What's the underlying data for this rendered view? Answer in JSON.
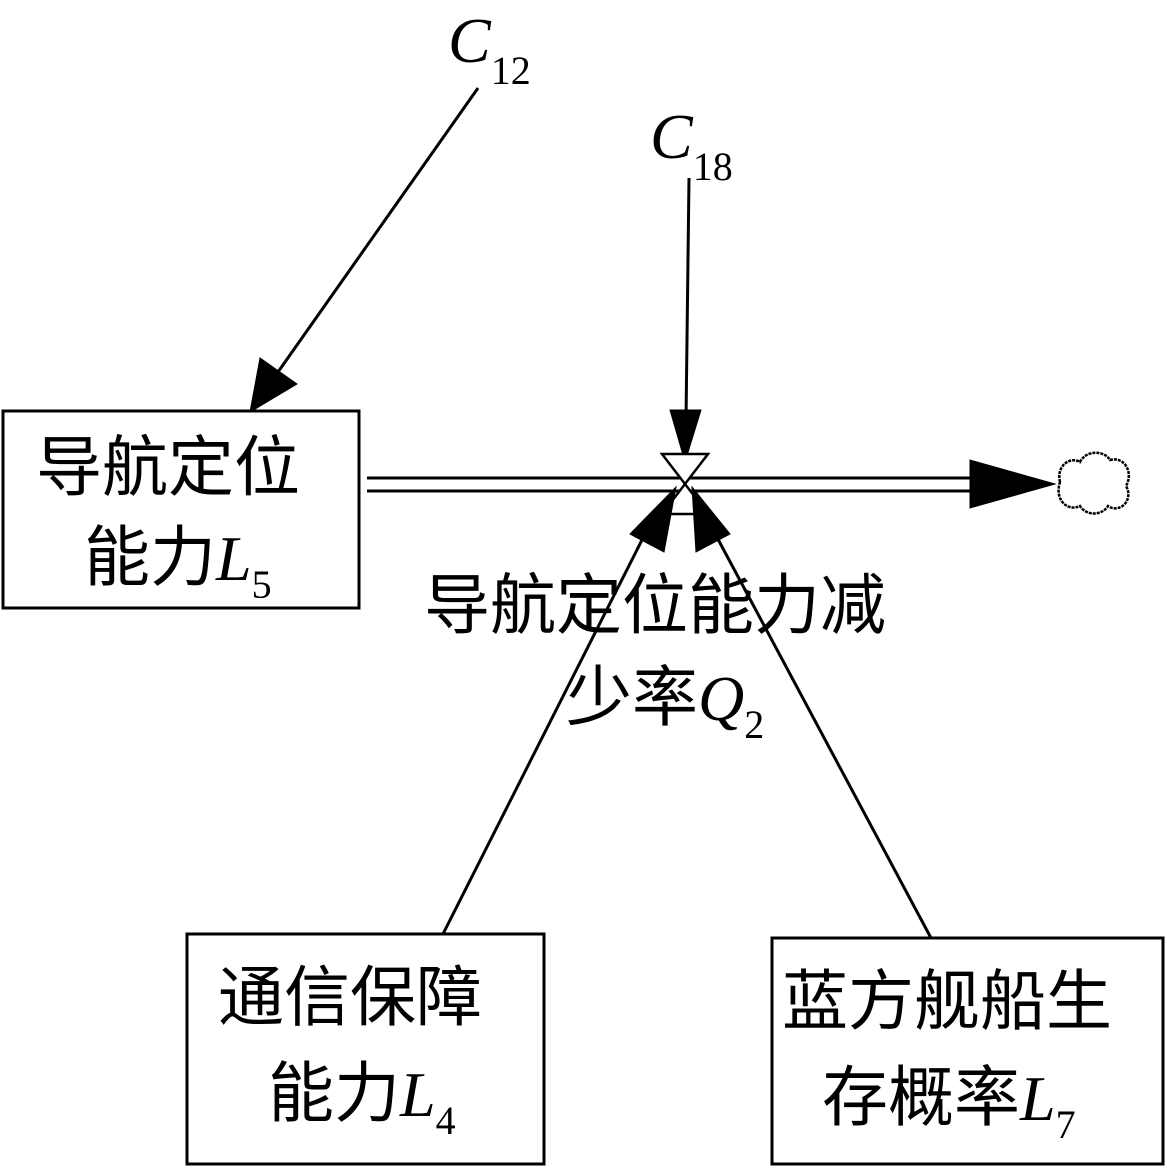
{
  "constants": {
    "c12": {
      "symbol": "C",
      "sub": "12"
    },
    "c18": {
      "symbol": "C",
      "sub": "18"
    }
  },
  "boxes": {
    "l5": {
      "line1": "导航定位",
      "line2": "能力",
      "symbol": "L",
      "sub": "5"
    },
    "l4": {
      "line1": "通信保障",
      "line2": "能力",
      "symbol": "L",
      "sub": "4"
    },
    "l7": {
      "line1": "蓝方舰船生",
      "line2": "存概率",
      "symbol": "L",
      "sub": "7"
    }
  },
  "rate": {
    "line1": "导航定位能力减",
    "line2": "少率",
    "symbol": "Q",
    "sub": "2"
  }
}
